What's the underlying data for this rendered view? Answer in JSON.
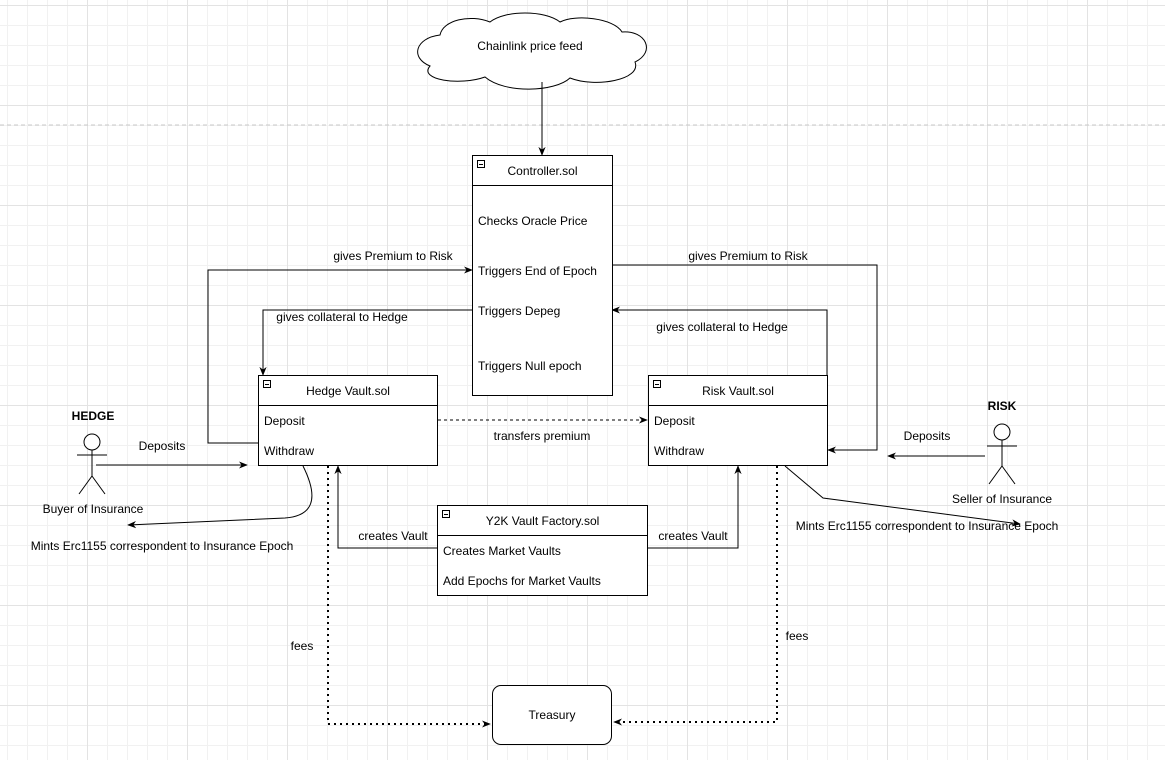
{
  "cloud": {
    "label": "Chainlink price feed"
  },
  "controller": {
    "title": "Controller.sol",
    "rows": [
      "Checks Oracle Price",
      "Triggers End of Epoch",
      "Triggers Depeg",
      "Triggers Null epoch"
    ]
  },
  "hedge_vault": {
    "title": "Hedge Vault.sol",
    "rows": [
      "Deposit",
      "Withdraw"
    ]
  },
  "risk_vault": {
    "title": "Risk Vault.sol",
    "rows": [
      "Deposit",
      "Withdraw"
    ]
  },
  "factory": {
    "title": "Y2K Vault Factory.sol",
    "rows": [
      "Creates Market Vaults",
      "Add Epochs for Market Vaults"
    ]
  },
  "treasury": {
    "label": "Treasury"
  },
  "actors": {
    "hedge": {
      "name": "HEDGE",
      "caption": "Buyer of Insurance"
    },
    "risk": {
      "name": "RISK",
      "caption": "Seller of Insurance"
    }
  },
  "edge_labels": {
    "hedge_premium": "gives Premium to Risk",
    "risk_premium": "gives Premium to Risk",
    "hedge_collateral": "gives collateral to Hedge",
    "risk_collateral": "gives collateral to Hedge",
    "hedge_deposits": "Deposits",
    "risk_deposits": "Deposits",
    "transfers_premium": "transfers premium",
    "hedge_creates_vault": "creates Vault",
    "risk_creates_vault": "creates Vault",
    "hedge_mints": "Mints Erc1155 correspondent to Insurance Epoch",
    "risk_mints": "Mints Erc1155 correspondent to Insurance Epoch",
    "hedge_fees": "fees",
    "risk_fees": "fees"
  }
}
